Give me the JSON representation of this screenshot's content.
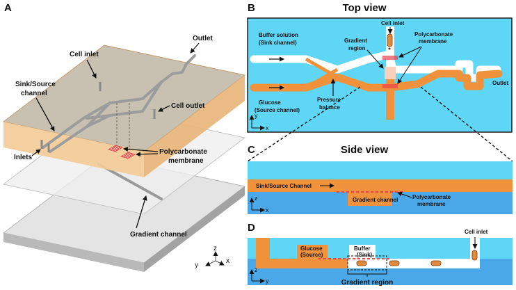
{
  "panels": {
    "a": {
      "letter": "A",
      "labels": {
        "outlet": "Outlet",
        "cell_inlet": "Cell inlet",
        "sink_source_1": "Sink/Source",
        "sink_source_2": "channel",
        "cell_outlet": "Cell outlet",
        "inlets": "Inlets",
        "polycarbonate_1": "Polycarbonate",
        "polycarbonate_2": "membrane",
        "gradient_channel": "Gradient channel"
      },
      "axes": {
        "z": "z",
        "y": "y",
        "x": "x"
      }
    },
    "b": {
      "letter": "B",
      "title": "Top view",
      "labels": {
        "cell_inlet": "Cell inlet",
        "buffer_1": "Buffer solution",
        "buffer_2": "(Sink channel)",
        "gradient_1": "Gradient",
        "gradient_2": "region",
        "polycarbonate_1": "Polycarbonate",
        "polycarbonate_2": "membrane",
        "glucose_1": "Glucose",
        "glucose_2": "(Source channel)",
        "pressure_1": "Pressure",
        "pressure_2": "balance",
        "outlet": "Outlet"
      },
      "axes": {
        "y": "y",
        "x": "x"
      }
    },
    "c": {
      "letter": "C",
      "title": "Side view",
      "labels": {
        "sink_source": "Sink/Source Channel",
        "gradient_channel": "Gradient channel",
        "polycarbonate_1": "Polycarbonate",
        "polycarbonate_2": "membrane"
      },
      "axes": {
        "z": "z",
        "x": "x"
      }
    },
    "d": {
      "letter": "D",
      "labels": {
        "cell_inlet": "Cell inlet",
        "glucose_1": "Glucose",
        "glucose_2": "(Source)",
        "buffer_1": "Buffer",
        "buffer_2": "(Sink)",
        "gradient_region": "Gradient region"
      },
      "axes": {
        "z": "z",
        "y": "y"
      }
    }
  },
  "colors": {
    "sky": "#5fd6f5",
    "deep": "#4aa8e8",
    "orange": "#f0923c",
    "chip": "#f2d1a6",
    "membrane": "#e8444a"
  }
}
